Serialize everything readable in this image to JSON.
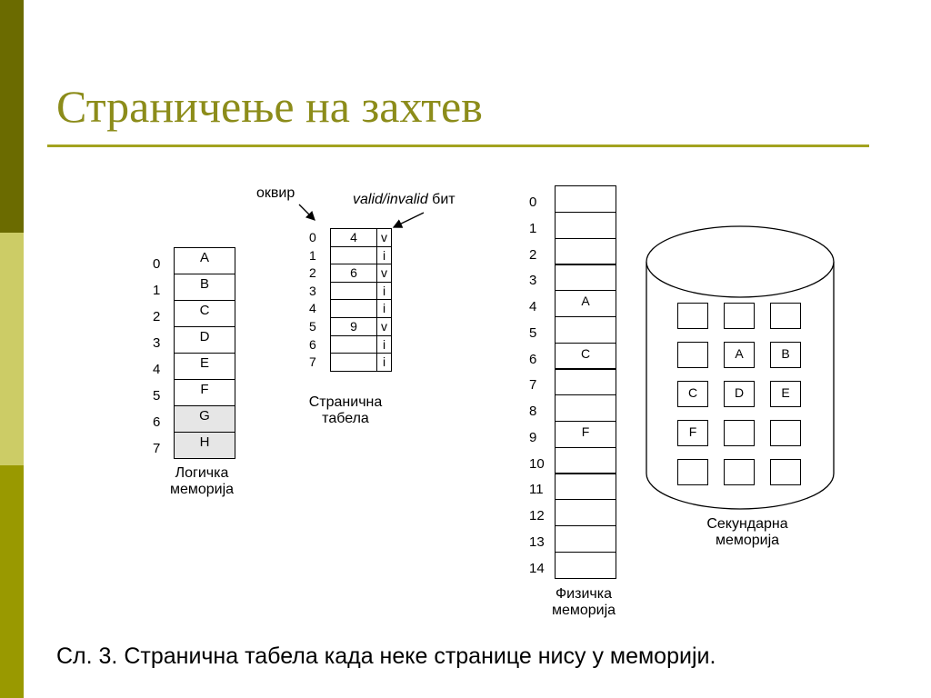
{
  "title": "Страничење на захтев",
  "caption": "Сл. 3. Странична табела када неке странице нису у меморији.",
  "logical": {
    "label_line1": "Логичка",
    "label_line2": "меморија",
    "pages": [
      {
        "index": "0",
        "name": "A"
      },
      {
        "index": "1",
        "name": "B"
      },
      {
        "index": "2",
        "name": "C"
      },
      {
        "index": "3",
        "name": "D"
      },
      {
        "index": "4",
        "name": "E"
      },
      {
        "index": "5",
        "name": "F"
      },
      {
        "index": "6",
        "name": "G"
      },
      {
        "index": "7",
        "name": "H"
      }
    ]
  },
  "page_table": {
    "frame_label": "оквир",
    "valid_label_italic": "valid/invalid",
    "valid_label_rest": " бит",
    "label_line1": "Странична",
    "label_line2": "табела",
    "rows": [
      {
        "index": "0",
        "frame": "4",
        "bit": "v"
      },
      {
        "index": "1",
        "frame": "",
        "bit": "i"
      },
      {
        "index": "2",
        "frame": "6",
        "bit": "v"
      },
      {
        "index": "3",
        "frame": "",
        "bit": "i"
      },
      {
        "index": "4",
        "frame": "",
        "bit": "i"
      },
      {
        "index": "5",
        "frame": "9",
        "bit": "v"
      },
      {
        "index": "6",
        "frame": "",
        "bit": "i"
      },
      {
        "index": "7",
        "frame": "",
        "bit": "i"
      }
    ]
  },
  "physical": {
    "label_line1": "Физичка",
    "label_line2": "меморија",
    "frames": [
      {
        "index": "0",
        "content": ""
      },
      {
        "index": "1",
        "content": ""
      },
      {
        "index": "2",
        "content": ""
      },
      {
        "index": "3",
        "content": ""
      },
      {
        "index": "4",
        "content": "A"
      },
      {
        "index": "5",
        "content": ""
      },
      {
        "index": "6",
        "content": "C"
      },
      {
        "index": "7",
        "content": ""
      },
      {
        "index": "8",
        "content": ""
      },
      {
        "index": "9",
        "content": "F"
      },
      {
        "index": "10",
        "content": ""
      },
      {
        "index": "11",
        "content": ""
      },
      {
        "index": "12",
        "content": ""
      },
      {
        "index": "13",
        "content": ""
      },
      {
        "index": "14",
        "content": ""
      }
    ]
  },
  "secondary": {
    "label_line1": "Секундарна",
    "label_line2": "меморија",
    "grid": [
      [
        "",
        "",
        ""
      ],
      [
        "",
        "A",
        "B"
      ],
      [
        "C",
        "D",
        "E"
      ],
      [
        "F",
        "",
        ""
      ],
      [
        "",
        "",
        ""
      ]
    ]
  }
}
